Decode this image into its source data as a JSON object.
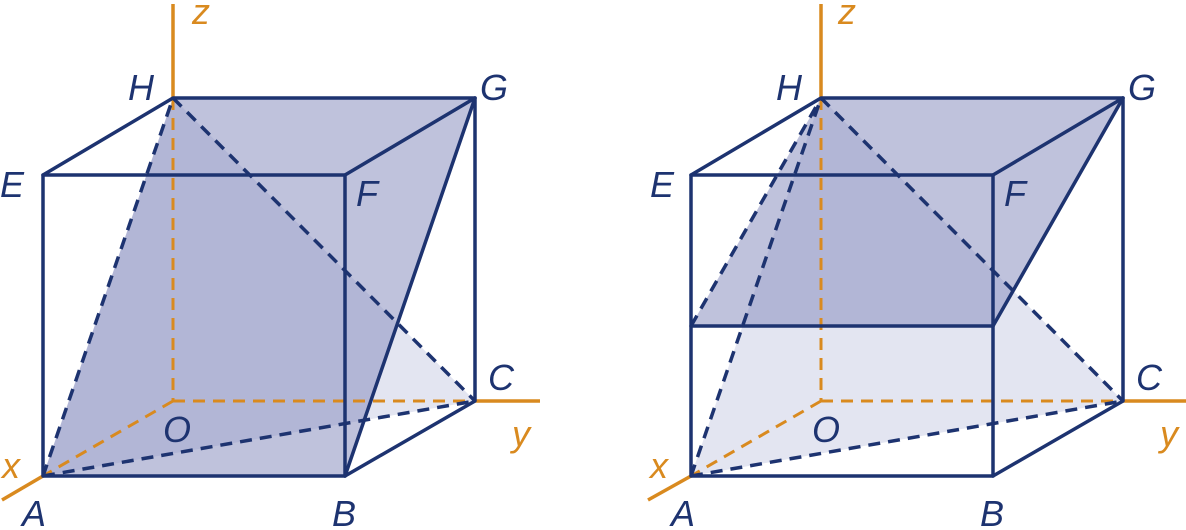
{
  "colors": {
    "edge": "#1d3370",
    "axis": "#d98a1f",
    "shade_main": "#8a8fc0",
    "shade_light": "#c7cbe4"
  },
  "figures": [
    {
      "name": "left",
      "vertices": {
        "A": "A",
        "B": "B",
        "C": "C",
        "E": "E",
        "F": "F",
        "G": "G",
        "H": "H",
        "O": "O"
      },
      "axes": {
        "x": "x",
        "y": "y",
        "z": "z"
      }
    },
    {
      "name": "right",
      "vertices": {
        "A": "A",
        "B": "B",
        "C": "C",
        "E": "E",
        "F": "F",
        "G": "G",
        "H": "H",
        "O": "O"
      },
      "axes": {
        "x": "x",
        "y": "y",
        "z": "z"
      }
    }
  ]
}
